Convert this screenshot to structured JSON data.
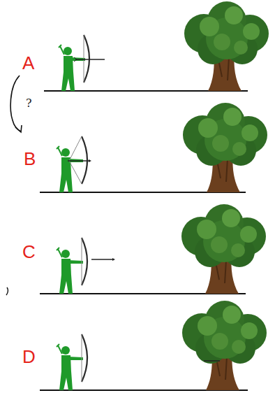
{
  "diagram": {
    "labels": [
      "A",
      "B",
      "C",
      "D",
      "?"
    ]
  }
}
